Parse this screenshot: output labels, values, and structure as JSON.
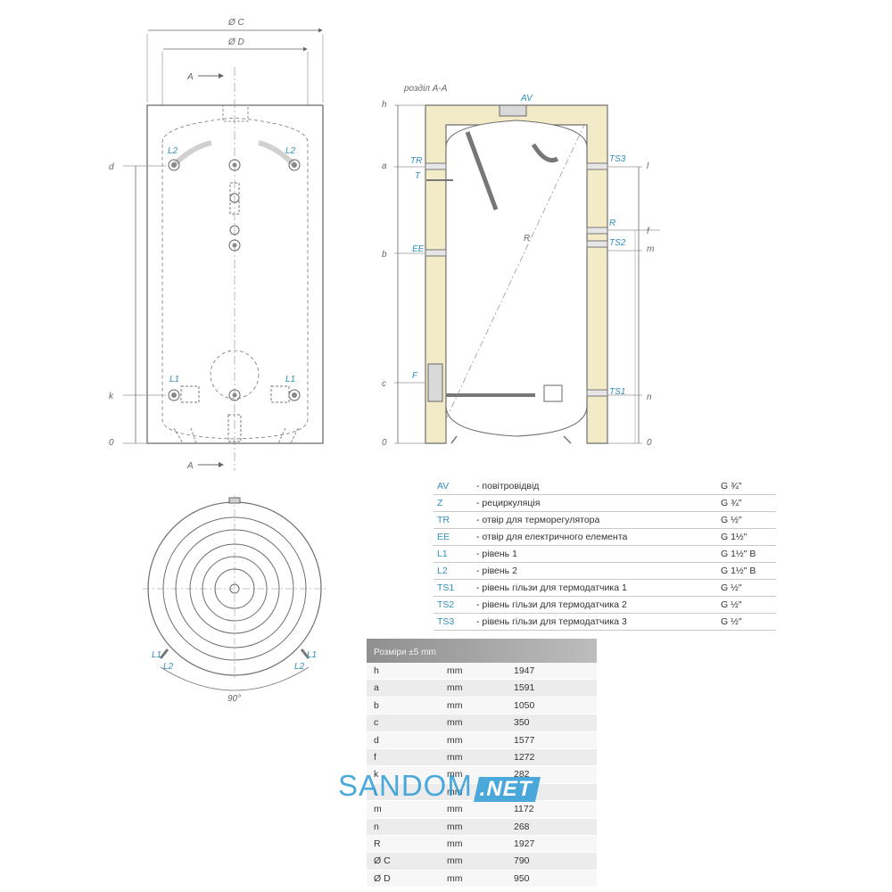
{
  "front_view": {
    "dim_top_outer": "Ø C",
    "dim_top_inner": "Ø D",
    "section_top": "A",
    "section_bottom": "A",
    "left_dims": [
      "d",
      "k",
      "0"
    ],
    "conn_labels": [
      "L2",
      "L2",
      "L1",
      "L1"
    ]
  },
  "section_view": {
    "title": "розділ A-A",
    "left_dims": [
      "h",
      "a",
      "b",
      "c",
      "0"
    ],
    "right_dims": [
      "l",
      "f",
      "m",
      "n",
      "0"
    ],
    "radius_label": "R",
    "conn_labels": [
      "AV",
      "TR",
      "T",
      "EE",
      "F",
      "TS3",
      "R",
      "TS2",
      "TS1"
    ]
  },
  "top_view": {
    "angle_label": "90°",
    "conn_labels": [
      "L1",
      "L2",
      "L1",
      "L2"
    ]
  },
  "legend": [
    {
      "code": "AV",
      "desc": "- повітровідвід",
      "thread": "G ¾\""
    },
    {
      "code": "Z",
      "desc": "- рециркуляція",
      "thread": "G ¾\""
    },
    {
      "code": "TR",
      "desc": "- отвір для терморегулятора",
      "thread": "G ½\""
    },
    {
      "code": "EE",
      "desc": "- отвір для електричного елемента",
      "thread": "G 1½\""
    },
    {
      "code": "L1",
      "desc": "- рівень 1",
      "thread": "G 1½\" B"
    },
    {
      "code": "L2",
      "desc": "- рівень 2",
      "thread": "G 1½\" B"
    },
    {
      "code": "TS1",
      "desc": "- рівень гільзи для термодатчика 1",
      "thread": "G ½\""
    },
    {
      "code": "TS2",
      "desc": "- рівень гільзи для термодатчика 2",
      "thread": "G ½\""
    },
    {
      "code": "TS3",
      "desc": "- рівень гільзи для термодатчика 3",
      "thread": "G ½\""
    }
  ],
  "dimensions": {
    "header": "Розміри ±5 mm",
    "rows": [
      {
        "name": "h",
        "unit": "mm",
        "value": "1947"
      },
      {
        "name": "a",
        "unit": "mm",
        "value": "1591"
      },
      {
        "name": "b",
        "unit": "mm",
        "value": "1050"
      },
      {
        "name": "c",
        "unit": "mm",
        "value": "350"
      },
      {
        "name": "d",
        "unit": "mm",
        "value": "1577"
      },
      {
        "name": "f",
        "unit": "mm",
        "value": "1272"
      },
      {
        "name": "k",
        "unit": "mm",
        "value": "282"
      },
      {
        "name": "l",
        "unit": "mm",
        "value": ""
      },
      {
        "name": "m",
        "unit": "mm",
        "value": "1172"
      },
      {
        "name": "n",
        "unit": "mm",
        "value": "268"
      },
      {
        "name": "R",
        "unit": "mm",
        "value": "1927"
      },
      {
        "name": "Ø C",
        "unit": "mm",
        "value": "790"
      },
      {
        "name": "Ø D",
        "unit": "mm",
        "value": "950"
      }
    ]
  },
  "watermark": {
    "name": "SANDOM",
    "tld": ".NET"
  },
  "colors": {
    "insulation": "#f3ebc8",
    "accent": "#2f8fbf",
    "line": "#6e6e6e"
  }
}
